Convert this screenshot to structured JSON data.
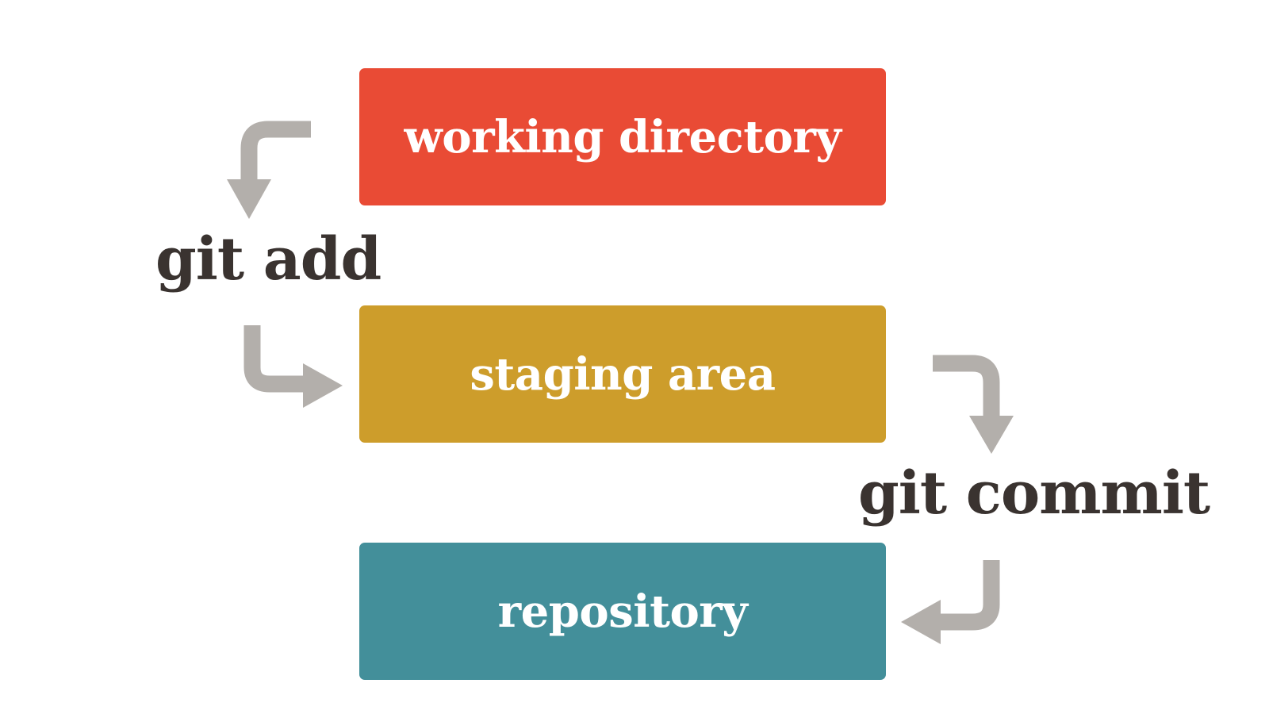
{
  "colors": {
    "working": "#e94b35",
    "staging": "#cd9d2b",
    "repository": "#438f9a",
    "arrow": "#b3afab",
    "command_text": "#3a3330"
  },
  "boxes": {
    "working_directory": "working directory",
    "staging_area": "staging area",
    "repository": "repository"
  },
  "commands": {
    "add": "git add",
    "commit": "git commit"
  }
}
